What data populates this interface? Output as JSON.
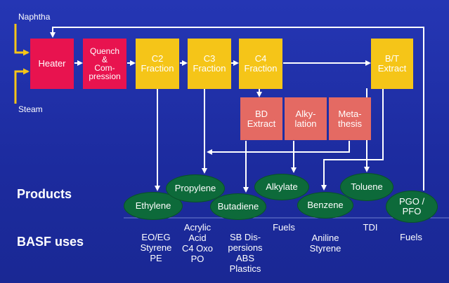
{
  "inputs": {
    "naphtha": "Naphtha",
    "steam": "Steam"
  },
  "process_units": {
    "heater": "Heater",
    "quench": [
      "Quench",
      "&",
      "Com-",
      "pression"
    ],
    "c2": [
      "C2",
      "Fraction"
    ],
    "c3": [
      "C3",
      "Fraction"
    ],
    "c4": [
      "C4",
      "Fraction"
    ],
    "bt": [
      "B/T",
      "Extract"
    ],
    "bd": [
      "BD",
      "Extract"
    ],
    "alkylation": [
      "Alky-",
      "lation"
    ],
    "metathesis": [
      "Meta-",
      "thesis"
    ]
  },
  "section_labels": {
    "products": "Products",
    "basf_uses": "BASF uses"
  },
  "products": {
    "ethylene": "Ethylene",
    "propylene": "Propylene",
    "butadiene": "Butadiene",
    "alkylate": "Alkylate",
    "benzene": "Benzene",
    "toluene": "Toluene",
    "pgo_pfo": [
      "PGO /",
      "PFO"
    ]
  },
  "uses": {
    "ethylene": [
      "EO/EG",
      "Styrene",
      "PE"
    ],
    "propylene": [
      "Acrylic",
      "Acid",
      "C4 Oxo",
      "PO"
    ],
    "butadiene": [
      "SB Dis-",
      "persions",
      "ABS",
      "Plastics"
    ],
    "alkylate": [
      "Fuels"
    ],
    "benzene": [
      "Aniline",
      "Styrene"
    ],
    "toluene": [
      "TDI"
    ],
    "pgo_pfo": [
      "Fuels"
    ]
  },
  "colors": {
    "background": "#1e2fa6",
    "heater": "#e8134f",
    "fraction": "#f5c518",
    "secondary": "#e46a63",
    "product": "#0d6a3a",
    "input_arrow": "#f5c518",
    "flow_line": "#ffffff"
  }
}
